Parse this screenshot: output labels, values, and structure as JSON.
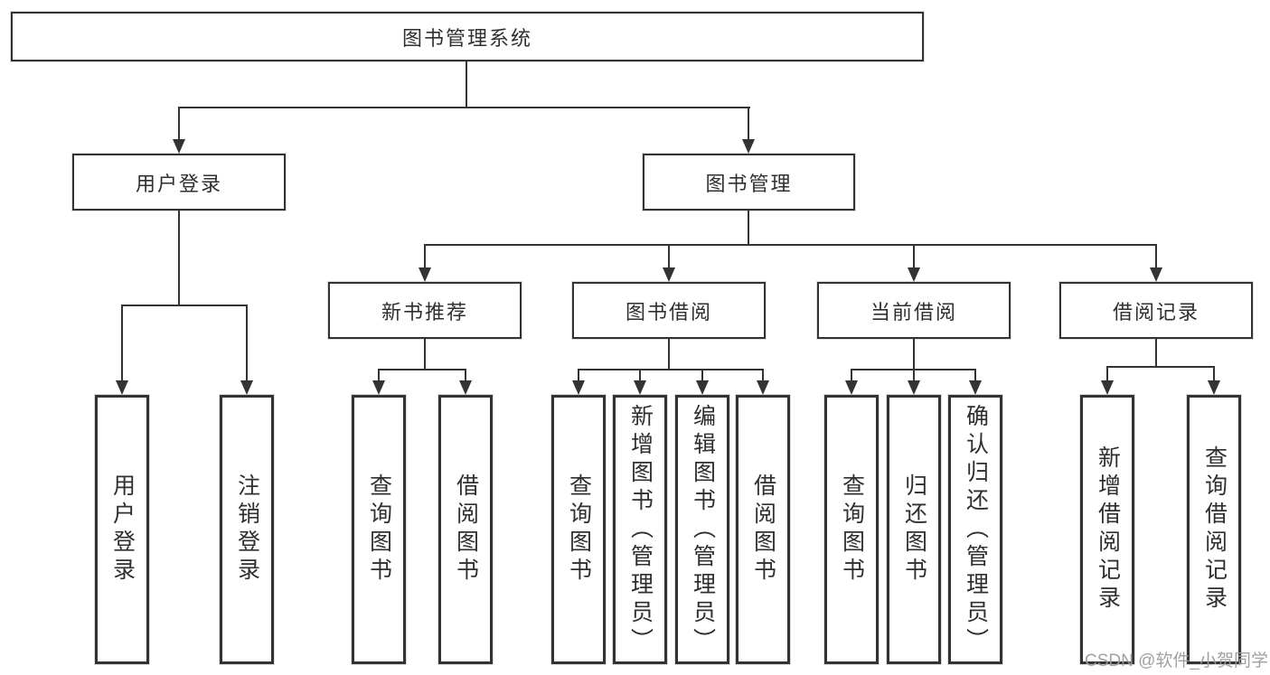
{
  "colors": {
    "line": "#333333",
    "box-border": "#333333",
    "text": "#2f2f2f",
    "watermark": "#9c9c9c",
    "background": "#ffffff"
  },
  "watermark": {
    "text": "CSDN @软件_小贺同学"
  },
  "tree": {
    "label": "图书管理系统",
    "children": [
      {
        "label": "用户登录",
        "children": [
          {
            "label": "用户登录"
          },
          {
            "label": "注销登录"
          }
        ]
      },
      {
        "label": "图书管理",
        "children": [
          {
            "label": "新书推荐",
            "children": [
              {
                "label": "查询图书"
              },
              {
                "label": "借阅图书"
              }
            ]
          },
          {
            "label": "图书借阅",
            "children": [
              {
                "label": "查询图书"
              },
              {
                "label": "新增图书（管理员）"
              },
              {
                "label": "编辑图书（管理员）"
              },
              {
                "label": "借阅图书"
              }
            ]
          },
          {
            "label": "当前借阅",
            "children": [
              {
                "label": "查询图书"
              },
              {
                "label": "归还图书"
              },
              {
                "label": "确认归还（管理员）"
              }
            ]
          },
          {
            "label": "借阅记录",
            "children": [
              {
                "label": "新增借阅记录"
              },
              {
                "label": "查询借阅记录"
              }
            ]
          }
        ]
      }
    ]
  }
}
